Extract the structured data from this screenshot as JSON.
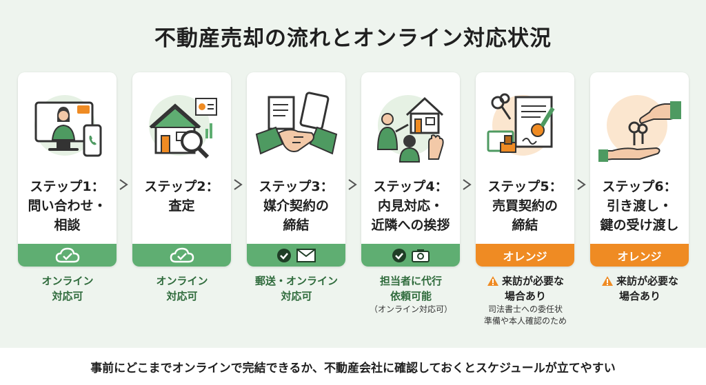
{
  "title": "不動産売却の流れとオンライン対応状況",
  "steps": [
    {
      "name_lines": [
        "ステップ1：",
        "問い合わせ・",
        "相談"
      ],
      "band_icons": [
        "cloud-check-icon"
      ],
      "band_label": "",
      "note_lines": [
        "オンライン",
        "対応可"
      ],
      "sub_lines": []
    },
    {
      "name_lines": [
        "ステップ2：",
        "査定"
      ],
      "band_icons": [
        "cloud-check-icon"
      ],
      "band_label": "",
      "note_lines": [
        "オンライン",
        "対応可"
      ],
      "sub_lines": []
    },
    {
      "name_lines": [
        "ステップ3：",
        "媒介契約の",
        "締結"
      ],
      "band_icons": [
        "check-circle-icon",
        "envelope-icon"
      ],
      "band_label": "",
      "note_lines": [
        "郵送・オンライン",
        "対応可"
      ],
      "sub_lines": []
    },
    {
      "name_lines": [
        "ステップ4：",
        "内見対応・",
        "近隣への挨拶"
      ],
      "band_icons": [
        "check-circle-icon",
        "camera-icon"
      ],
      "band_label": "",
      "note_lines": [
        "担当者に代行",
        "依頼可能"
      ],
      "sub_lines": [
        "（オンライン対応可）"
      ]
    },
    {
      "name_lines": [
        "ステップ5：",
        "売買契約の",
        "締結"
      ],
      "band_icons": [],
      "band_label": "オレンジ",
      "note_lines": [
        "来訪が必要な",
        "場合あり"
      ],
      "sub_lines": [
        "司法書士への委任状",
        "準備や本人確認のため"
      ]
    },
    {
      "name_lines": [
        "ステップ6：",
        "引き渡し・",
        "鍵の受け渡し"
      ],
      "band_icons": [],
      "band_label": "オレンジ",
      "note_lines": [
        "来訪が必要な",
        "場合あり"
      ],
      "sub_lines": []
    }
  ],
  "footer": "事前にどこまでオンラインで完結できるか、不動産会社に確認しておくとスケジュールが立てやすい",
  "colors": {
    "green_band": "#5fae72",
    "orange_band": "#ef8b23",
    "green_text": "#2f6b3c",
    "background": "#eef4ee"
  }
}
